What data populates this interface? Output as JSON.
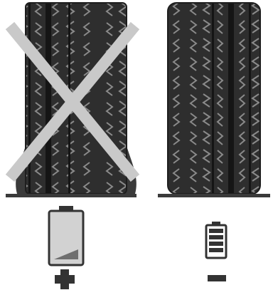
{
  "panels": [
    {
      "id": "left",
      "tire": "underinflated",
      "crossed_out": true,
      "battery_level": "low",
      "sign": "+"
    },
    {
      "id": "right",
      "tire": "correctly-inflated",
      "crossed_out": false,
      "battery_level": "full",
      "sign": "−"
    }
  ],
  "colors": {
    "tire_dark": "#2e2e2e",
    "tread_light": "#7b7b7b",
    "cross": "#c9c9c9",
    "ground": "#3a3a3a",
    "battery_fill_low": "#6f6f6f",
    "battery_body": "#d2d2d2",
    "icon_dark": "#333333"
  }
}
